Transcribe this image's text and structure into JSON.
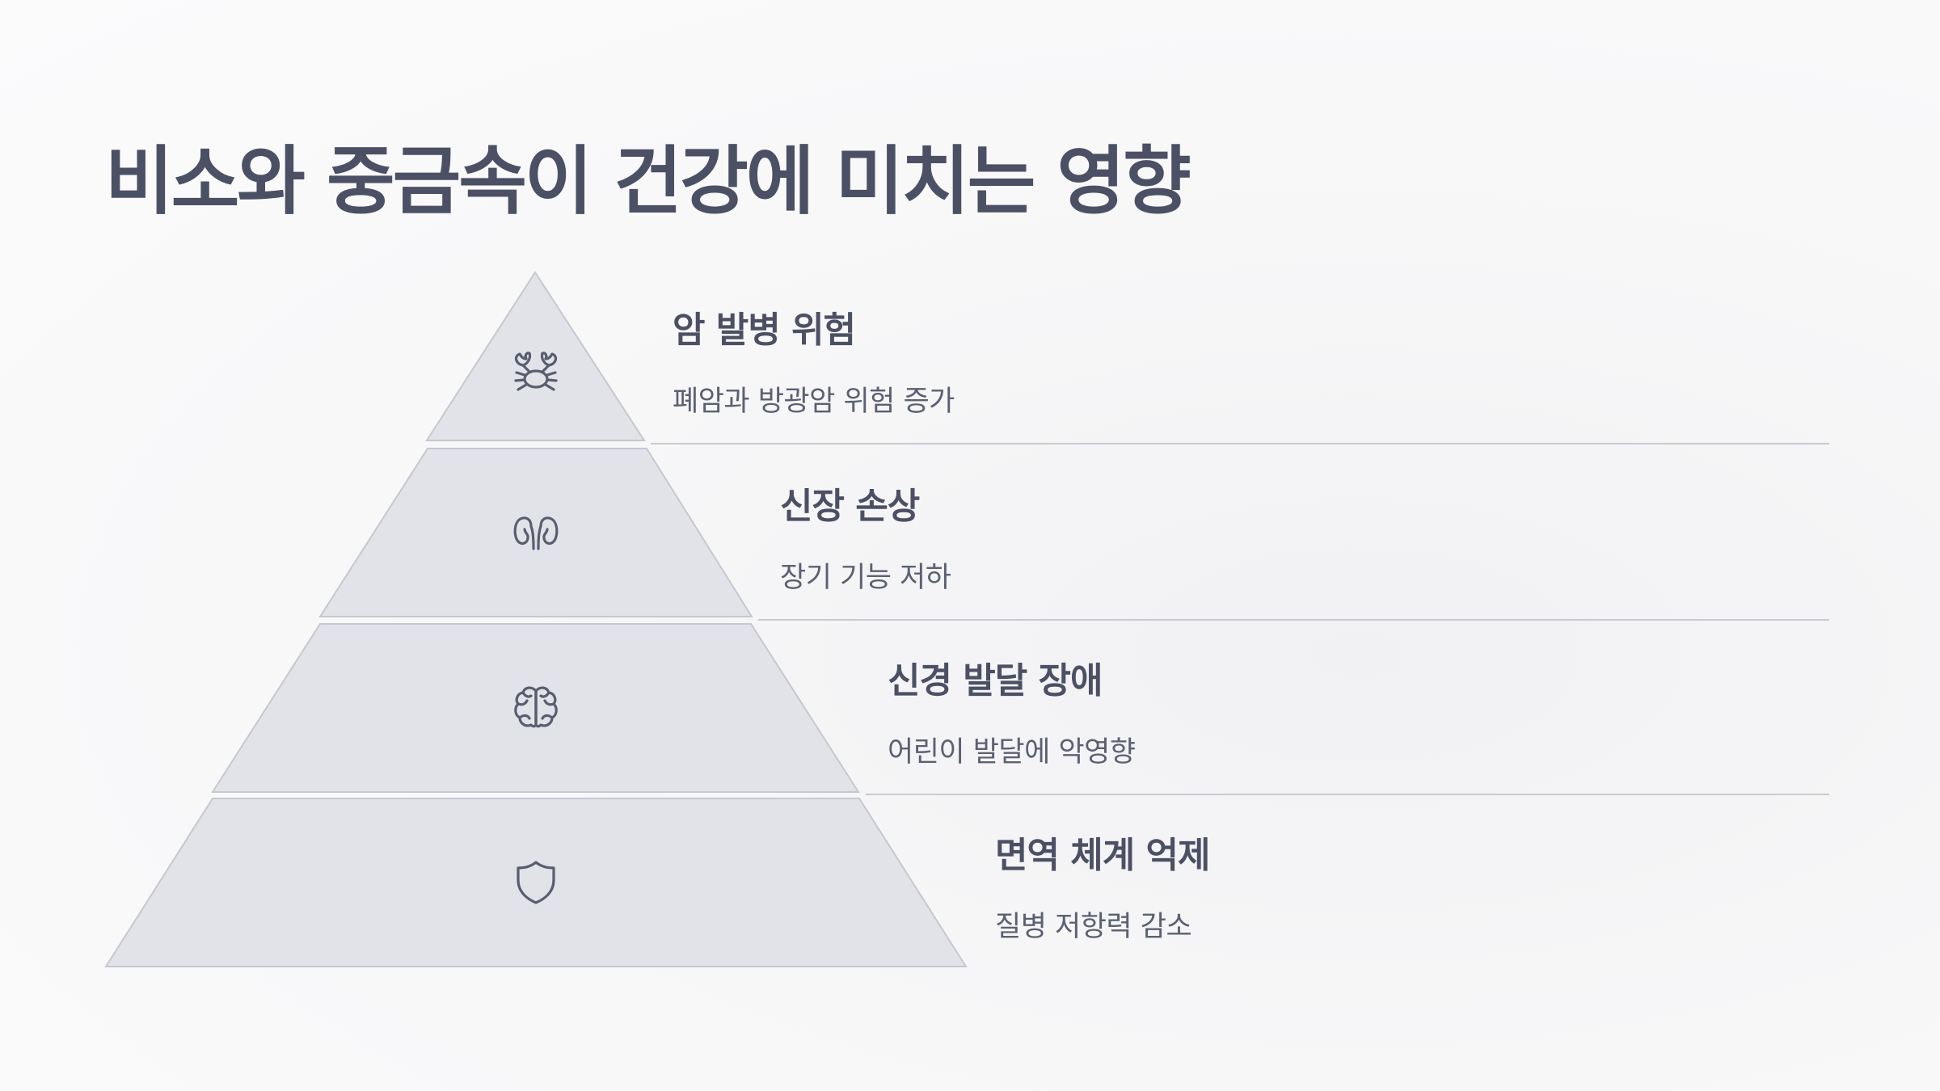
{
  "title": "비소와 중금속이 건강에 미치는 영향",
  "levels": [
    {
      "title": "암 발병 위험",
      "description": "폐암과 방광암 위험 증가",
      "icon": "crab-icon"
    },
    {
      "title": "신장 손상",
      "description": "장기 기능 저하",
      "icon": "kidney-icon"
    },
    {
      "title": "신경 발달 장애",
      "description": "어린이 발달에 악영향",
      "icon": "brain-icon"
    },
    {
      "title": "면역 체계 억제",
      "description": "질병 저항력 감소",
      "icon": "shield-icon"
    }
  ],
  "colors": {
    "title": "#4b5064",
    "segment_fill": "#e2e3e8",
    "segment_stroke": "#c6c8d0",
    "divider": "#c9cad1",
    "icon": "#585d70"
  }
}
